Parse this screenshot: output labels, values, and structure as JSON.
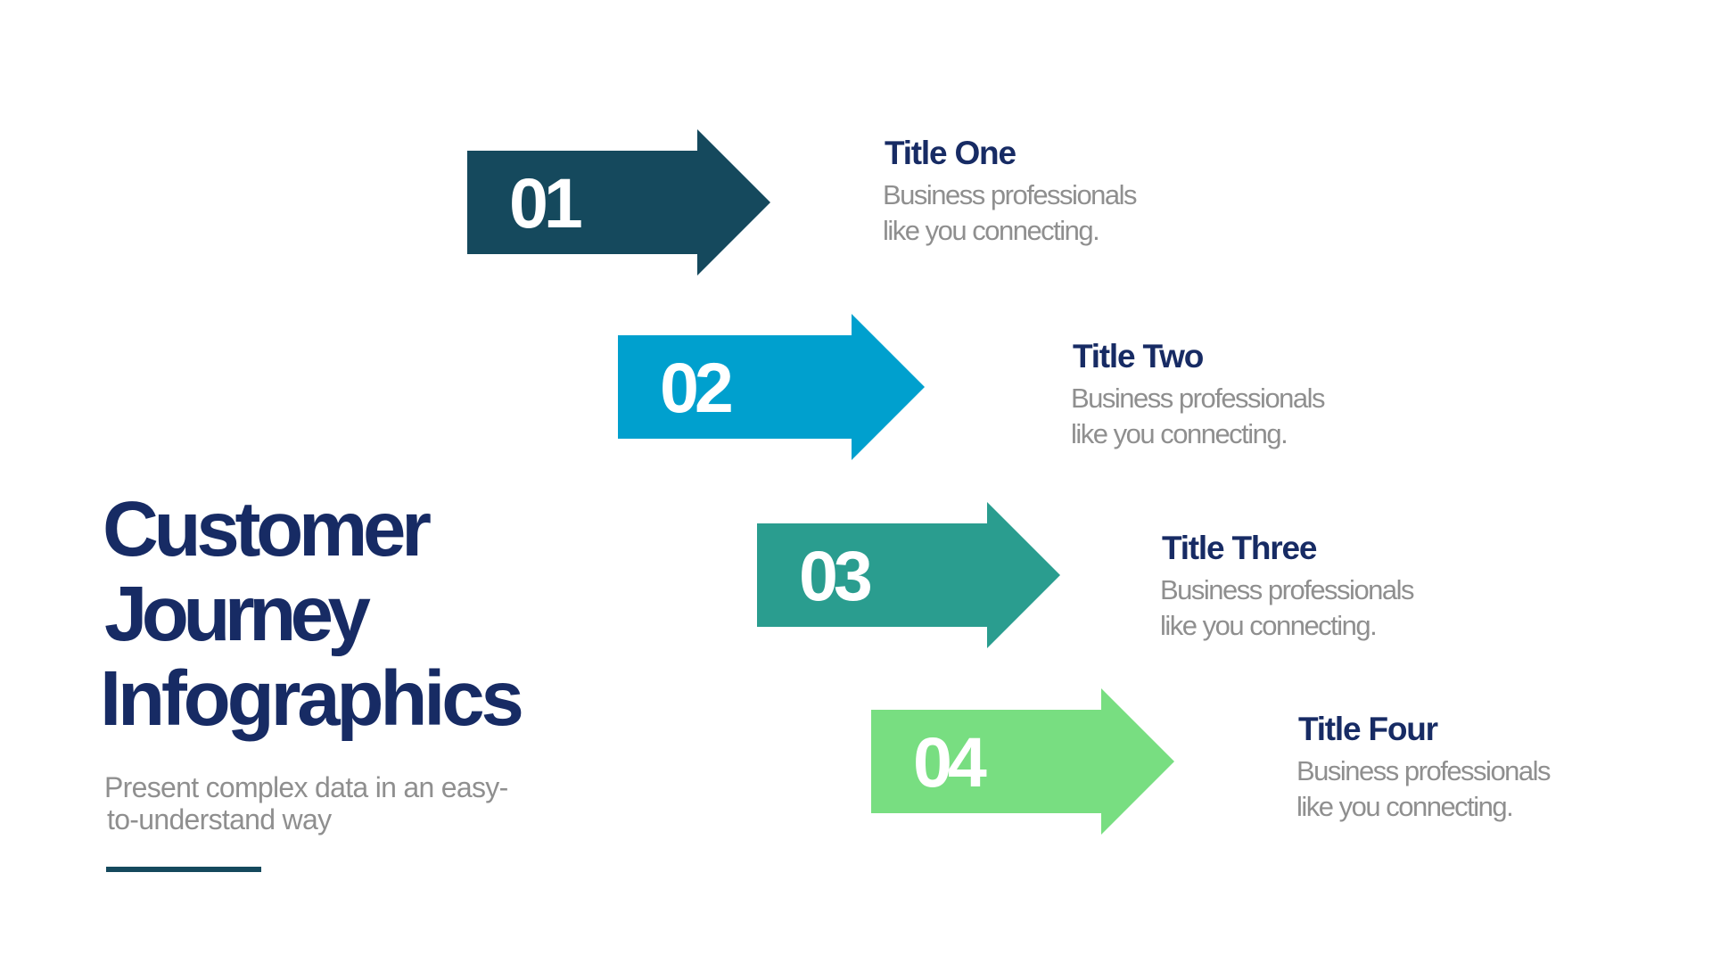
{
  "slide": {
    "title_lines": [
      "Customer",
      "Journey",
      "Infographics"
    ],
    "subtitle_lines": [
      "Present complex data in an easy-",
      "to-understand way"
    ]
  },
  "colors": {
    "background": "#FFFFFF",
    "heading_navy": "#172B64",
    "body_gray": "#8F8F8F",
    "underline_teal": "#15495D",
    "step_number_white": "#FFFFFF"
  },
  "steps": [
    {
      "number": "01",
      "title": "Title One",
      "description_lines": [
        "Business professionals",
        "like you connecting."
      ],
      "arrow_color": "#15495D"
    },
    {
      "number": "02",
      "title": "Title Two",
      "description_lines": [
        "Business professionals",
        "like you connecting."
      ],
      "arrow_color": "#00A0CE"
    },
    {
      "number": "03",
      "title": "Title Three",
      "description_lines": [
        "Business professionals",
        "like you connecting."
      ],
      "arrow_color": "#2A9D8F"
    },
    {
      "number": "04",
      "title": "Title Four",
      "description_lines": [
        "Business professionals",
        "like you connecting."
      ],
      "arrow_color": "#78DE81"
    }
  ]
}
